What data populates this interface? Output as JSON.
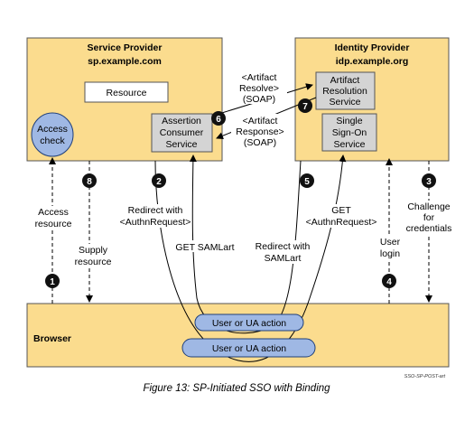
{
  "colors": {
    "box_fill": "#fbdc8e",
    "box_stroke": "#555555",
    "inner_fill": "#d4d4d4",
    "oval_fill": "#9fb8e4",
    "oval_stroke": "#1f3f7a",
    "badge_fill": "#111111"
  },
  "service_provider": {
    "title": "Service Provider",
    "host": "sp.example.com",
    "resource": "Resource",
    "access_check": [
      "Access",
      "check"
    ],
    "acs": [
      "Assertion",
      "Consumer",
      "Service"
    ]
  },
  "identity_provider": {
    "title": "Identity Provider",
    "host": "idp.example.org",
    "ars": [
      "Artifact",
      "Resolution",
      "Service"
    ],
    "sso": [
      "Single",
      "Sign-On",
      "Service"
    ]
  },
  "browser": {
    "title": "Browser",
    "action_upper": "User or UA action",
    "action_lower": "User or UA action"
  },
  "soap": {
    "artifact_resolve": [
      "<Artifact",
      "Resolve>",
      "(SOAP)"
    ],
    "artifact_response": [
      "<Artifact",
      "Response>",
      "(SOAP)"
    ]
  },
  "steps": {
    "s1": "1",
    "s2": "2",
    "s3": "3",
    "s4": "4",
    "s5": "5",
    "s6": "6",
    "s7": "7",
    "s8": "8"
  },
  "labels": {
    "access_resource": [
      "Access",
      "resource"
    ],
    "supply_resource": [
      "Supply",
      "resource"
    ],
    "redirect_authn": [
      "Redirect with",
      "<AuthnRequest>"
    ],
    "get_samlart": "GET SAMLart",
    "redirect_samlart": [
      "Redirect with",
      "SAMLart"
    ],
    "get_authn": [
      "GET",
      "<AuthnRequest>"
    ],
    "user_login": [
      "User",
      "login"
    ],
    "challenge": [
      "Challenge",
      "for",
      "credentials"
    ]
  },
  "figure_id": "SSO-SP-POST-art",
  "caption": "Figure 13: SP-Initiated SSO with  Binding"
}
